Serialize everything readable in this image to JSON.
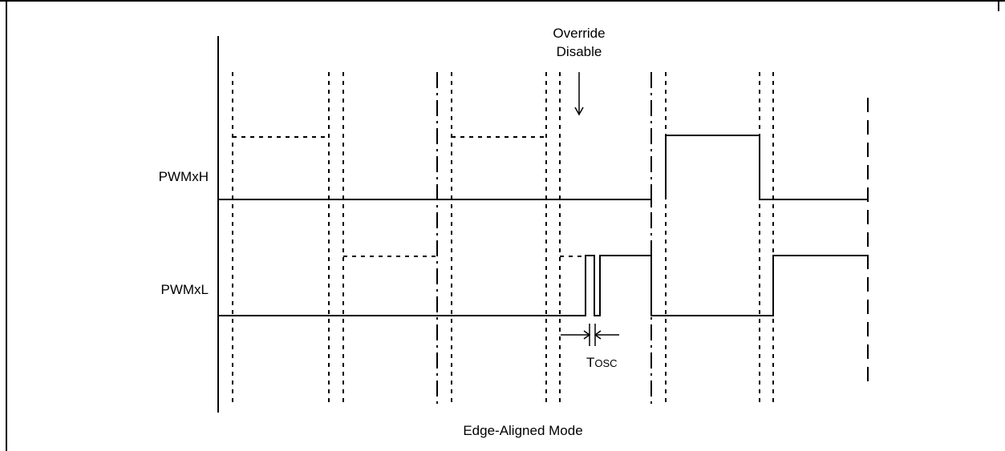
{
  "diagram": {
    "signals": [
      {
        "key": "pwmxh",
        "label": "PWMxH"
      },
      {
        "key": "pwmxl",
        "label": "PWMxL"
      }
    ],
    "annotations": {
      "override_line1": "Override",
      "override_line2": "Disable",
      "tosc_T": "T",
      "tosc_rest": "OSC"
    },
    "caption": "Edge-Aligned Mode"
  }
}
